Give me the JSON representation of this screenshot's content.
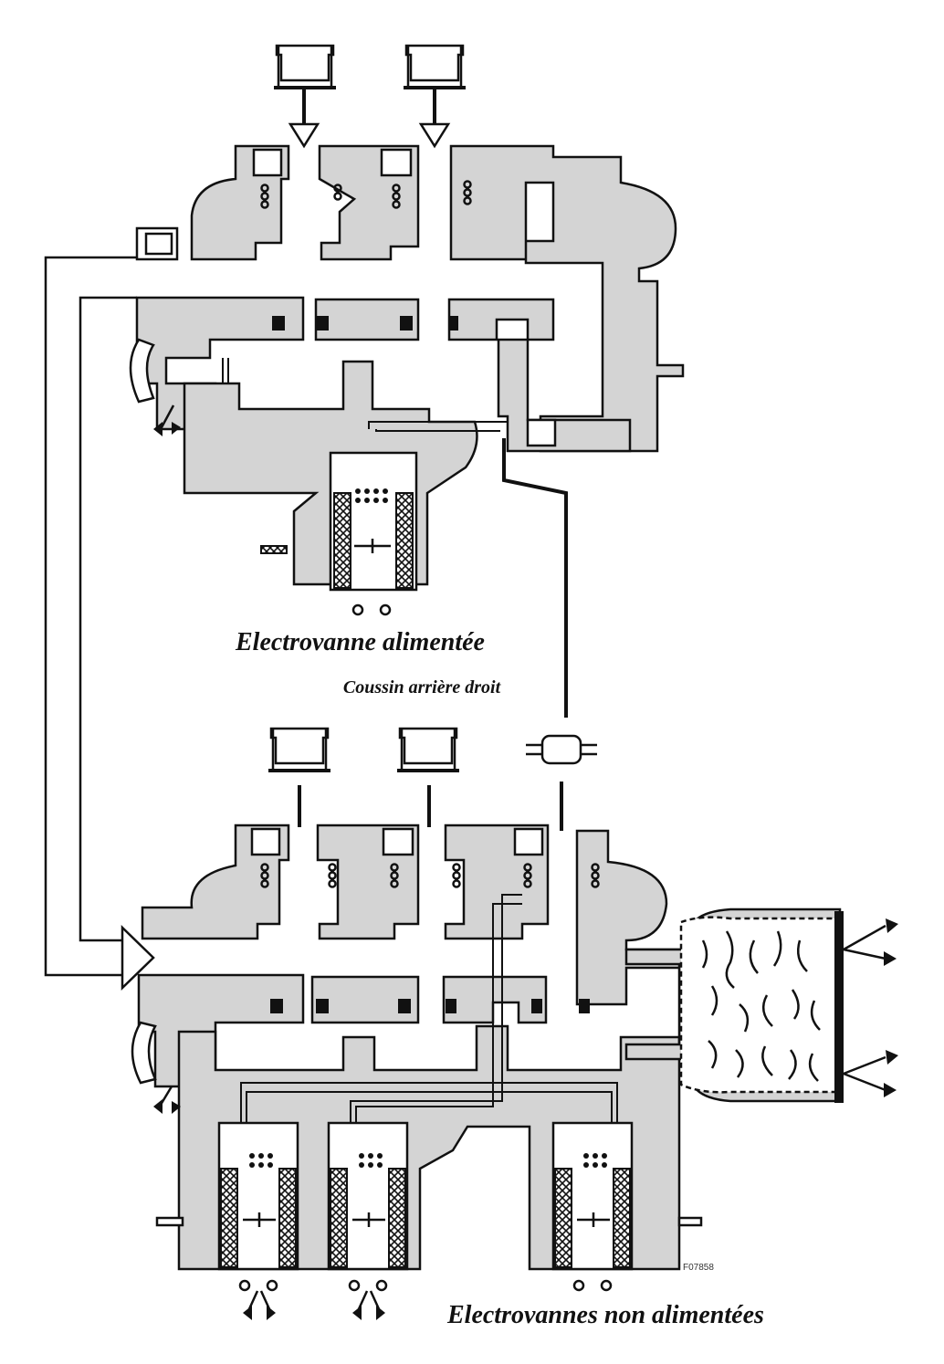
{
  "labels": {
    "top_valve": "Electrovanne alimentée",
    "cushion": "Coussin arrière droit",
    "bottom_valves": "Electrovannes non alimentées",
    "figure_ref": "F07858"
  },
  "colors": {
    "body_fill": "#d4d4d4",
    "line": "#111111",
    "background": "#ffffff"
  }
}
